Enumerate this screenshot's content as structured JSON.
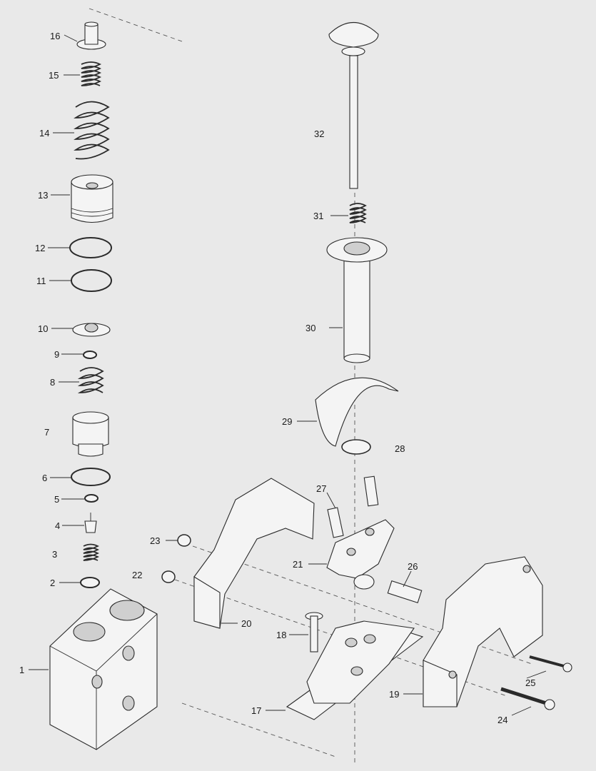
{
  "callouts": [
    "1",
    "2",
    "3",
    "4",
    "5",
    "6",
    "7",
    "8",
    "9",
    "10",
    "11",
    "12",
    "13",
    "14",
    "15",
    "16",
    "17",
    "18",
    "19",
    "20",
    "21",
    "22",
    "23",
    "24",
    "25",
    "26",
    "27",
    "28",
    "29",
    "30",
    "31",
    "32"
  ]
}
